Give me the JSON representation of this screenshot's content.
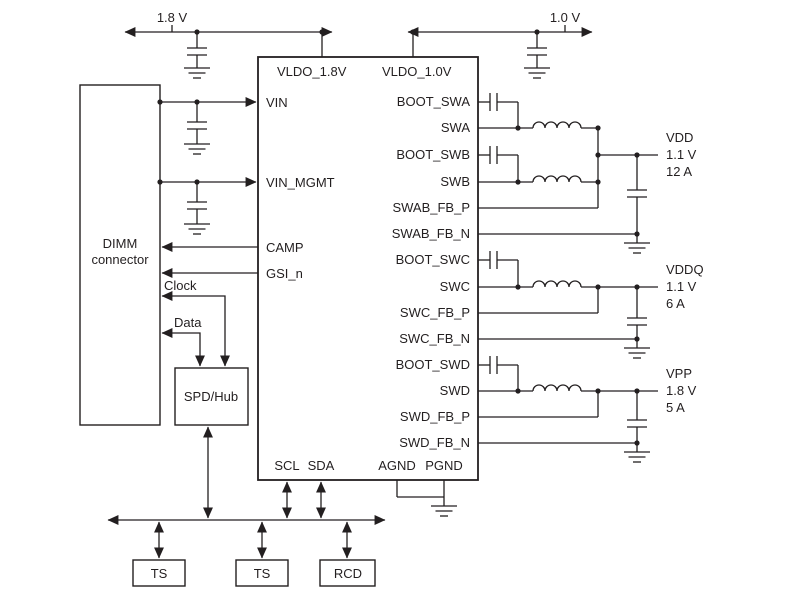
{
  "supplies": {
    "rail_18": "1.8 V",
    "rail_10": "1.0 V"
  },
  "ic": {
    "top_pins": {
      "vldo18": "VLDO_1.8V",
      "vldo10": "VLDO_1.0V"
    },
    "left_pins": {
      "vin": "VIN",
      "vin_mgmt": "VIN_MGMT",
      "camp": "CAMP",
      "gsi_n": "GSI_n"
    },
    "bottom_pins": {
      "scl": "SCL",
      "sda": "SDA",
      "agnd": "AGND",
      "pgnd": "PGND"
    },
    "right_pins": {
      "boot_swa": "BOOT_SWA",
      "swa": "SWA",
      "boot_swb": "BOOT_SWB",
      "swb": "SWB",
      "swab_fb_p": "SWAB_FB_P",
      "swab_fb_n": "SWAB_FB_N",
      "boot_swc": "BOOT_SWC",
      "swc": "SWC",
      "swc_fb_p": "SWC_FB_P",
      "swc_fb_n": "SWC_FB_N",
      "boot_swd": "BOOT_SWD",
      "swd": "SWD",
      "swd_fb_p": "SWD_FB_P",
      "swd_fb_n": "SWD_FB_N"
    }
  },
  "blocks": {
    "dimm_line1": "DIMM",
    "dimm_line2": "connector",
    "spd_hub": "SPD/Hub",
    "ts1": "TS",
    "ts2": "TS",
    "rcd": "RCD"
  },
  "signals": {
    "clock": "Clock",
    "data": "Data"
  },
  "outputs": {
    "vdd": {
      "name": "VDD",
      "voltage": "1.1 V",
      "current": "12 A"
    },
    "vddq": {
      "name": "VDDQ",
      "voltage": "1.1 V",
      "current": "6 A"
    },
    "vpp": {
      "name": "VPP",
      "voltage": "1.8 V",
      "current": "5 A"
    }
  },
  "colors": {
    "line": "#231f20",
    "background": "#ffffff"
  }
}
